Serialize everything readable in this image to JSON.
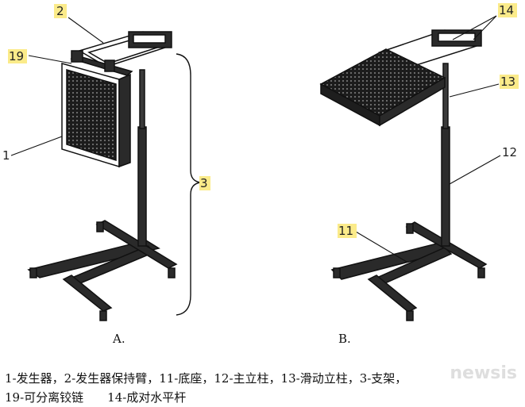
{
  "figure": {
    "callouts_a": {
      "c2": "2",
      "c19": "19",
      "c1": "1",
      "c3": "3"
    },
    "callouts_b": {
      "c14": "14",
      "c13": "13",
      "c12": "12",
      "c11": "11"
    },
    "panel_a": "A.",
    "panel_b": "B.",
    "highlight_color": "#fbeb8a"
  },
  "caption": {
    "line1": "1-发生器，2-发生器保持臂，11-底座，12-主立柱，13-滑动立柱，3-支架，",
    "line2": "19-可分离铰链　　14-成对水平杆"
  },
  "watermark": "newsis"
}
